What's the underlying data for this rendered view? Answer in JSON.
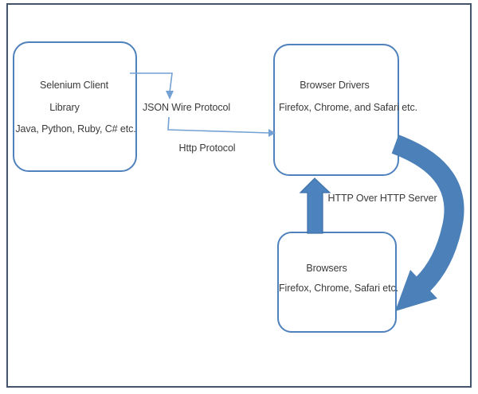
{
  "diagram": {
    "title_hint": "Selenium WebDriver architecture diagram",
    "nodes": {
      "selenium_client": {
        "lines": [
          "Selenium Client",
          "Library",
          "Java, Python, Ruby, C# etc."
        ]
      },
      "browser_drivers": {
        "lines": [
          "Browser Drivers",
          "Firefox, Chrome, and Safari etc."
        ]
      },
      "browsers": {
        "lines": [
          "Browsers",
          "Firefox, Chrome, Safari etc."
        ]
      }
    },
    "labels": {
      "json_wire_protocol": "JSON Wire Protocol",
      "http_protocol": "Http Protocol",
      "http_over_http_server": "HTTP Over HTTP Server"
    },
    "colors": {
      "outer_frame": "#44546a",
      "node_border": "#4f81bd",
      "thin_arrow": "#74a1d4",
      "thick_arrow_fill": "#4c83bf",
      "thick_arrow_edge": "#3c70a8",
      "text": "#3a3a3a",
      "background": "#ffffff"
    }
  }
}
